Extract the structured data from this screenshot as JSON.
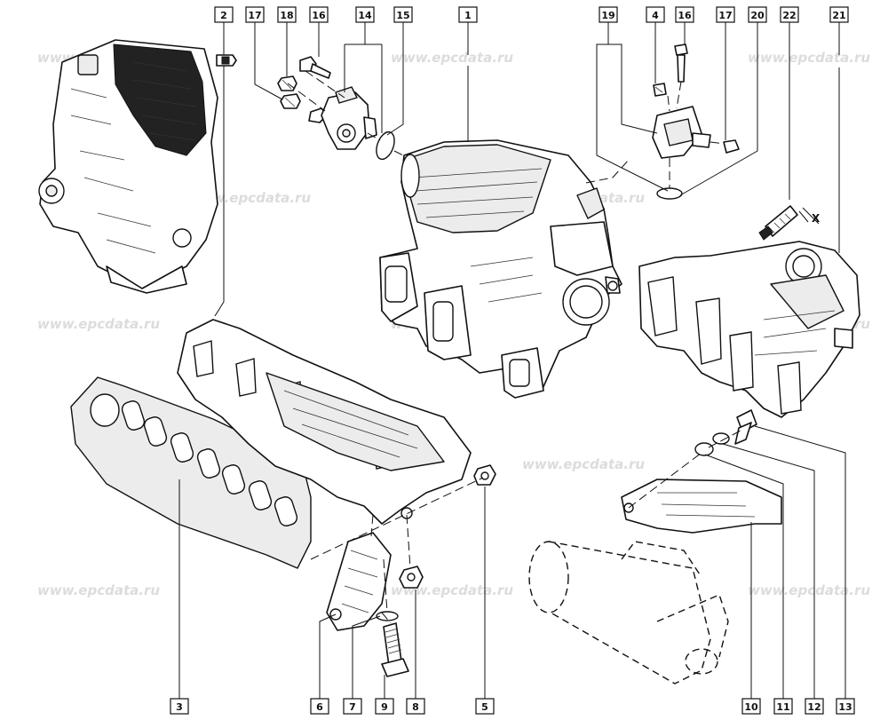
{
  "watermark": "www.epcdata.ru",
  "marker_x": "X",
  "callouts": {
    "c1": "1",
    "c2": "2",
    "c3": "3",
    "c4": "4",
    "c5": "5",
    "c6": "6",
    "c7": "7",
    "c8": "8",
    "c9": "9",
    "c10": "10",
    "c11": "11",
    "c12": "12",
    "c13": "13",
    "c14": "14",
    "c15": "15",
    "c16a": "16",
    "c16b": "16",
    "c17a": "17",
    "c17b": "17",
    "c18": "18",
    "c19": "19",
    "c20": "20",
    "c21": "21",
    "c22": "22"
  }
}
